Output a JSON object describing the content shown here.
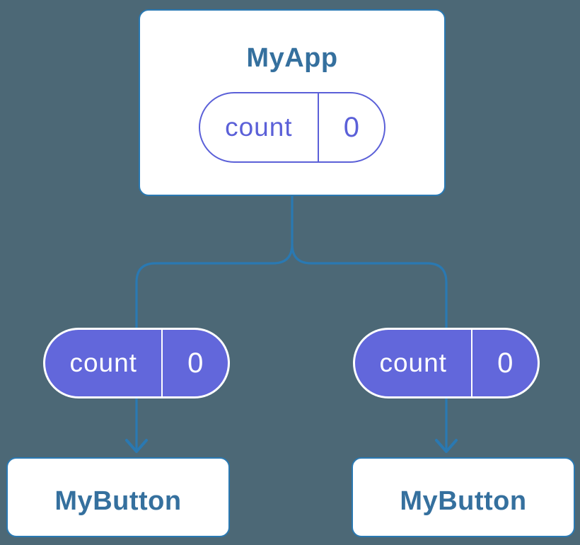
{
  "colors": {
    "background": "#4C6876",
    "line": "#2A79B2",
    "title_text": "#35709E",
    "purple": "#5B60D8",
    "purple_fill": "#6267DB",
    "card_bg": "#FFFFFF",
    "pill_text_on_purple": "#FFFFFF"
  },
  "diagram": {
    "root": {
      "title": "MyApp",
      "state": {
        "name": "count",
        "value": "0"
      }
    },
    "children": [
      {
        "title": "MyButton",
        "prop": {
          "name": "count",
          "value": "0"
        }
      },
      {
        "title": "MyButton",
        "prop": {
          "name": "count",
          "value": "0"
        }
      }
    ]
  }
}
